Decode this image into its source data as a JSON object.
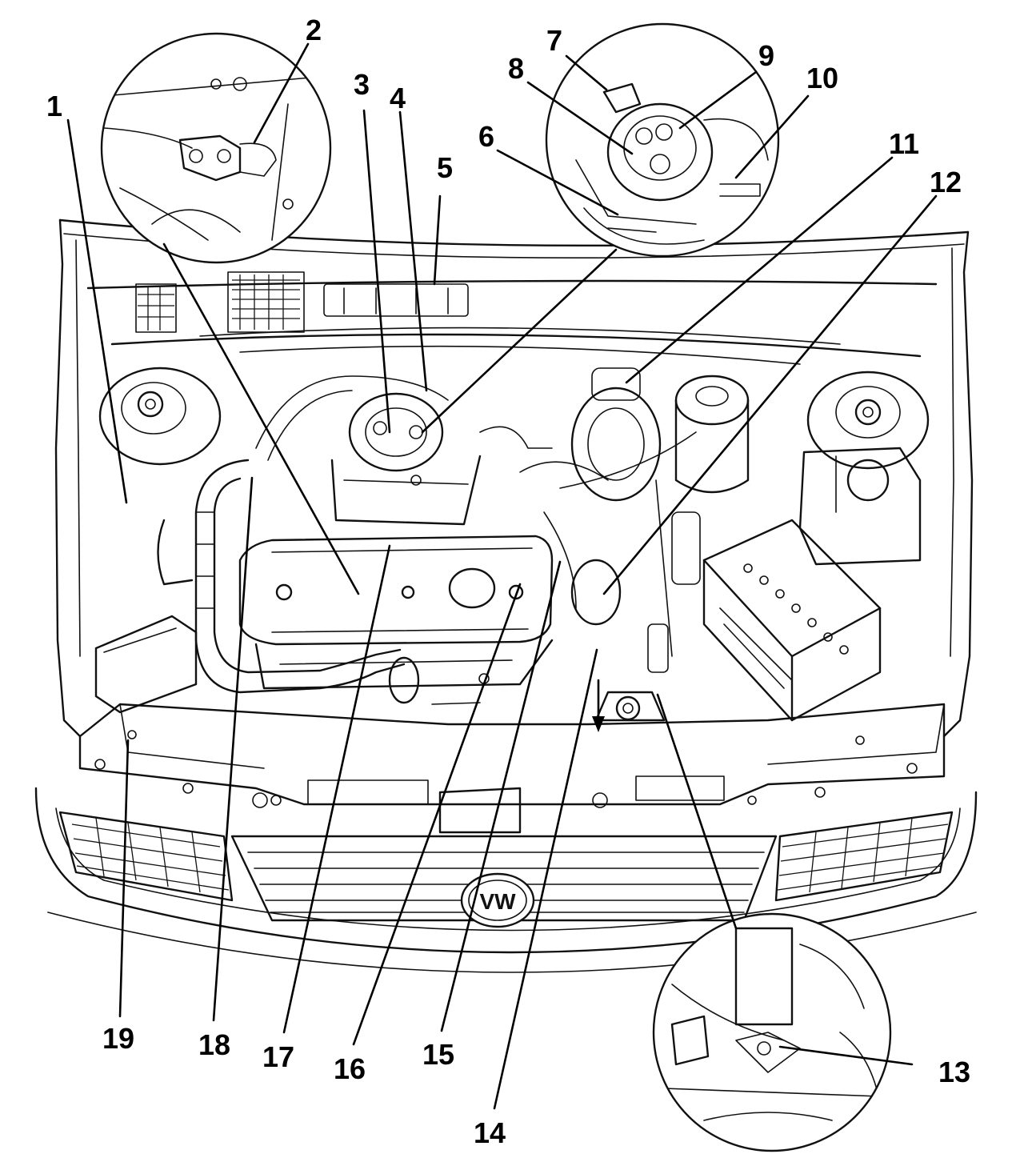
{
  "diagram": {
    "callouts": [
      {
        "id": 1,
        "label": "1"
      },
      {
        "id": 2,
        "label": "2"
      },
      {
        "id": 3,
        "label": "3"
      },
      {
        "id": 4,
        "label": "4"
      },
      {
        "id": 5,
        "label": "5"
      },
      {
        "id": 6,
        "label": "6"
      },
      {
        "id": 7,
        "label": "7"
      },
      {
        "id": 8,
        "label": "8"
      },
      {
        "id": 9,
        "label": "9"
      },
      {
        "id": 10,
        "label": "10"
      },
      {
        "id": 11,
        "label": "11"
      },
      {
        "id": 12,
        "label": "12"
      },
      {
        "id": 13,
        "label": "13"
      },
      {
        "id": 14,
        "label": "14"
      },
      {
        "id": 15,
        "label": "15"
      },
      {
        "id": 16,
        "label": "16"
      },
      {
        "id": 17,
        "label": "17"
      },
      {
        "id": 18,
        "label": "18"
      },
      {
        "id": 19,
        "label": "19"
      }
    ],
    "emblem": "VW"
  }
}
